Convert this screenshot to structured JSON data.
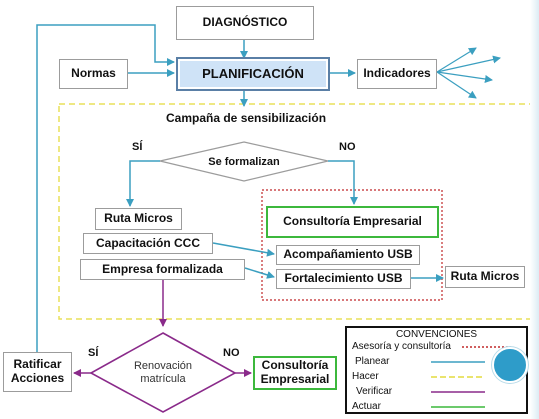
{
  "nodes": {
    "diagnostico": "DIAGNÓSTICO",
    "normas": "Normas",
    "planificacion": "PLANIFICACIÓN",
    "indicadores": "Indicadores",
    "campana": "Campaña de sensibilización",
    "decision1": "Se formalizan",
    "si1": "SÍ",
    "no1": "NO",
    "ruta_micros_1": "Ruta Micros",
    "capacitacion": "Capacitación CCC",
    "empresa_formalizada": "Empresa formalizada",
    "consultoria_1": "Consultoría Empresarial",
    "acompanamiento": "Acompañamiento USB",
    "fortalecimiento": "Fortalecimiento USB",
    "ruta_micros_2": "Ruta Micros",
    "decision2": "Renovación matrícula",
    "si2": "SÍ",
    "no2": "NO",
    "ratificar": "Ratificar Acciones",
    "consultoria_2": "Consultoría Empresarial"
  },
  "legend": {
    "title": "CONVENCIONES",
    "items": [
      {
        "label": "Asesoría y consultoría",
        "style": "dotted",
        "color": "#c0282a"
      },
      {
        "label": "Planear",
        "style": "solid",
        "color": "#3b9fc0"
      },
      {
        "label": "Hacer",
        "style": "dashed",
        "color": "#e8e05a"
      },
      {
        "label": "Verificar",
        "style": "solid",
        "color": "#8a2a8a"
      },
      {
        "label": "Actuar",
        "style": "solid",
        "color": "#3cb83c"
      }
    ]
  },
  "colors": {
    "planear": "#3b9fc0",
    "hacer": "#e8e05a",
    "verificar": "#8a2a8a",
    "actuar": "#3cb83c",
    "asesoria": "#c0282a",
    "planificacion_fill": "#cfe3f7"
  }
}
